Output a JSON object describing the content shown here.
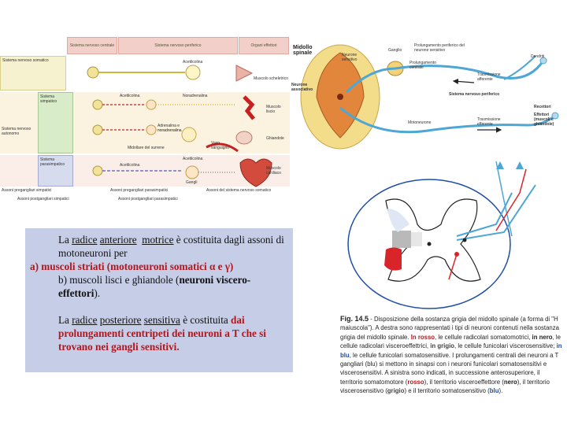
{
  "left_diagram": {
    "headers": [
      "Sistema nervoso centrale",
      "Sistema nervoso periferico",
      "Organi effettori"
    ],
    "side_labels": {
      "somatic": "Sistema nervoso somatico",
      "autonomic_title": "Sistema nervoso autonomo",
      "sympathetic": "Sistema simpatico",
      "parasympathetic": "Sistema parasimpatico"
    },
    "neuron_labels": [
      "Acetilcolina",
      "Acetilcolina",
      "Noradrenalina",
      "Adrenalina e noradrenalina",
      "Midollare del surrene",
      "Acetilcolina",
      "Acetilcolina"
    ],
    "organ_labels": [
      "Muscolo scheletrico",
      "Muscolo liscio",
      "Ghiandole",
      "Vaso sanguigno",
      "Muscolo cardiaco"
    ],
    "ganglion_label": "Gangli",
    "legend": [
      "Assoni pregangliari simpatici",
      "Assoni pregangliari parasimpatici",
      "Assoni del sistema nervoso somatico",
      "Assoni postgangliari simpatici",
      "Assoni postgangliari parasimpatici"
    ]
  },
  "spinal_cord_diagram": {
    "labels": {
      "cord": "Midollo spinale",
      "neuron_assoc": "Neurone associativo",
      "sensory_neuron": "Neurone sensitivo",
      "ganglion": "Ganglio",
      "peripheral_process": "Prolungamento periferico del neurone sensitivo",
      "central_process": "Prolungamento centrale",
      "afferent": "Trasmissione afferente",
      "dendrite": "Dendriti",
      "receptors": "Recettori",
      "pns": "Sistema nervoso periferico",
      "motor_neuron": "Motoneurone",
      "efferent": "Trasmissione efferente",
      "effectors": "Effettori (muscoli e ghiandole)"
    }
  },
  "text_box": {
    "p1": {
      "start": "La ",
      "radice1": "radice",
      "anteriore": "anteriore",
      "motrice": "motrice",
      "rest": " è costituita dagli assoni di motoneuroni per"
    },
    "a_line": "a) muscoli striati (motoneuroni somatici α e γ)",
    "b_line_start": "b) muscoli lisci e ghiandole (",
    "b_line_bold": "neuroni viscero-effettori",
    "b_line_end": ").",
    "p2": {
      "start": "La ",
      "radice2": "radice",
      "posteriore": "posteriore",
      "sensitiva": "sensitiva",
      "middle": " è costituita ",
      "rest": "dai prolungamenti centripeti dei neuroni a T che si trovano nei gangli sensitivi."
    }
  },
  "caption": {
    "fig": "Fig. 14.5",
    "t1": " - Disposizione della sostanza grigia del midollo spinale (a forma di \"H maiuscola\"). A destra sono rappresentati i tipi di neuroni contenuti nella sostanza grigia del midollo spinale. ",
    "rosso": "In rosso",
    "t2": ", le cellule radicolari somatomotrici, ",
    "nero": "in nero",
    "t3": ", le cellule radicolari visceroeffettrici, ",
    "grigio": "in grigio",
    "t4": ", le cellule funicolari viscerosensitive; ",
    "blu": "in blu",
    "t5": ", le cellule funicolari somatosensitive. I prolungamenti centrali dei neuroni a T gangliari (blu) si mettono in sinapsi con i neuroni funicolari somatosensitivi e viscerosensitivi. A sinistra sono indicati, in successione anterosuperiore, il territorio somatomotore (",
    "rosso2": "rosso",
    "t6": "), il territorio visceroeffettore (",
    "nero2": "nero",
    "t7": "), il territorio viscerosensitivo (",
    "grigio2": "grigio",
    "t8": ") e il territorio somatosensitivo (",
    "blu2": "blu",
    "t9": ")."
  },
  "colors": {
    "text_box_bg": "#c6cde7",
    "red_text": "#b3161c",
    "header_pink": "#f3cfc9"
  }
}
